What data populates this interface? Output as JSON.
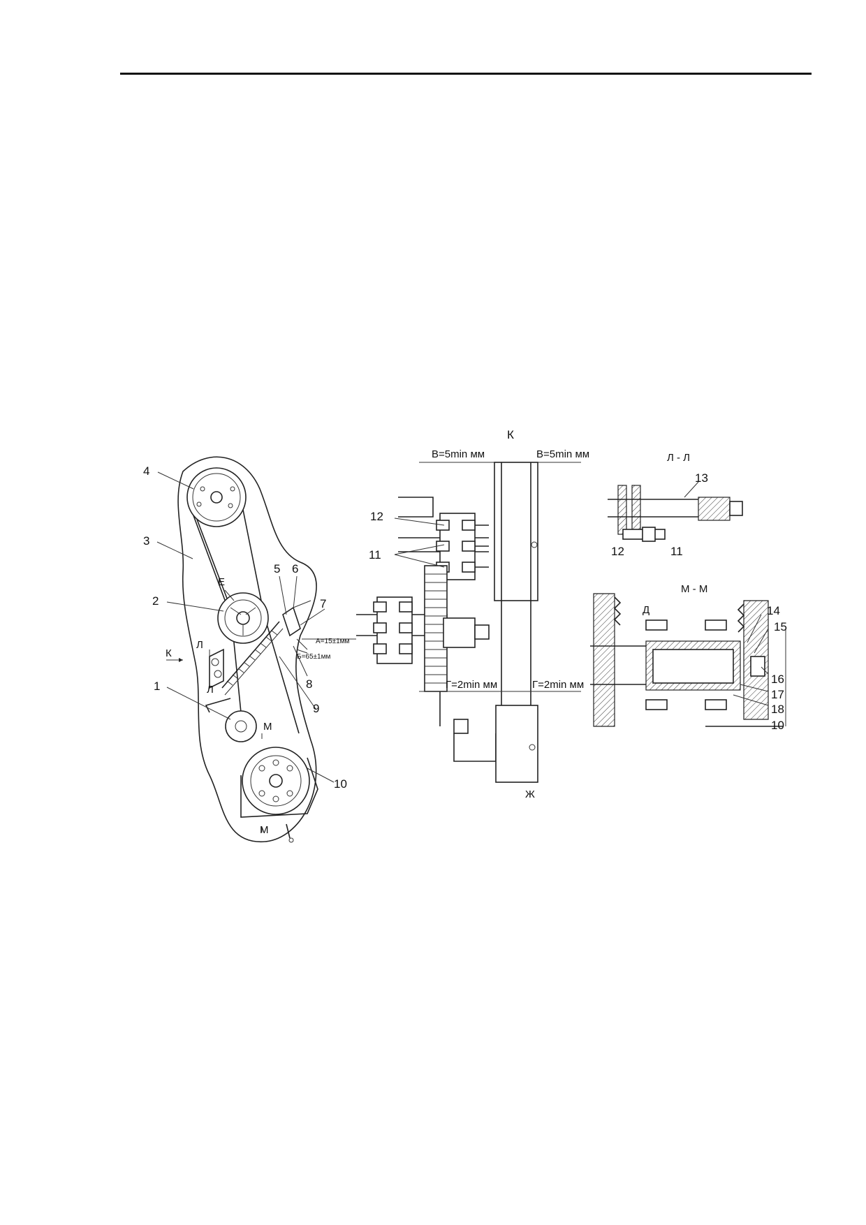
{
  "labels": {
    "view_k": "К",
    "dim_v_left": "В=5min мм",
    "dim_v_right": "В=5min мм",
    "section_ll": "Л - Л",
    "section_mm": "М - М",
    "dim_a": "А=15±1мм",
    "dim_b": "Б=65±1мм",
    "dim_g_left": "Г=2min мм",
    "dim_g_right": "Г=2min мм",
    "mark_e": "Е",
    "mark_k_arrow": "К",
    "mark_l_top": "Л",
    "mark_l_bottom": "Л",
    "mark_m_top": "М",
    "mark_m_bottom": "М",
    "mark_zh": "Ж",
    "mark_d": "Д"
  },
  "callouts": {
    "c1": "1",
    "c2": "2",
    "c3": "3",
    "c4": "4",
    "c5": "5",
    "c6": "6",
    "c7": "7",
    "c8": "8",
    "c9": "9",
    "c10": "10",
    "c11": "11",
    "c12": "12",
    "ll_c11": "11",
    "ll_c12": "12",
    "ll_c13": "13",
    "mm_c10": "10",
    "mm_c14": "14",
    "mm_c15": "15",
    "mm_c16": "16",
    "mm_c17": "17",
    "mm_c18": "18"
  }
}
